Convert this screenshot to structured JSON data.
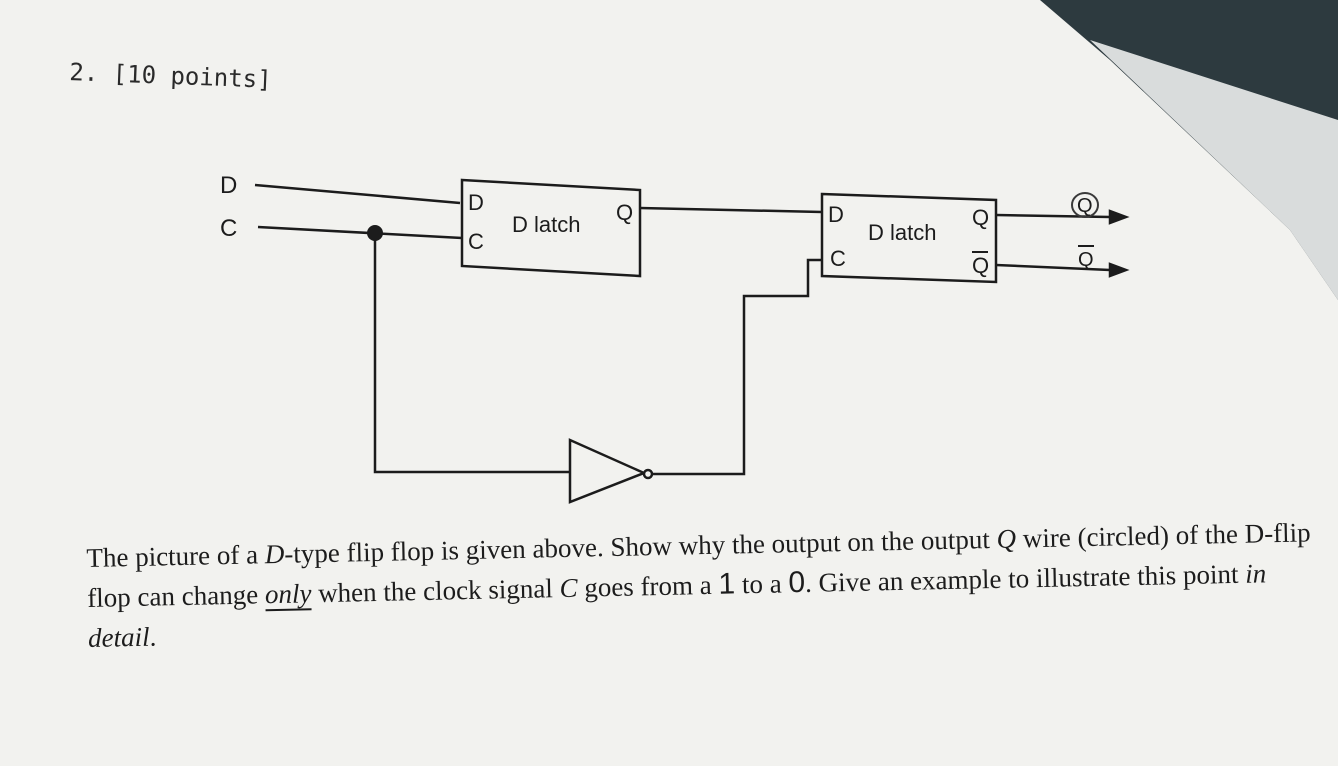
{
  "header": {
    "question": "2. [10 points]"
  },
  "diagram": {
    "input_d": "D",
    "input_c": "C",
    "latch1": {
      "d_pin": "D",
      "c_pin": "C",
      "name": "D latch",
      "q_pin": "Q"
    },
    "latch2": {
      "d_pin": "D",
      "c_pin": "C",
      "name": "D latch",
      "q_pin": "Q",
      "qbar_pin": "Q"
    },
    "out_q": "Q",
    "out_qbar": "Q"
  },
  "description": {
    "p1": "The picture of a ",
    "d": "D",
    "p2": "-type flip flop is given above. Show why the output on the output ",
    "q": "Q",
    "p3": " wire (circled) of the D-flip flop can change ",
    "only": "only",
    "p4": " when the clock signal ",
    "c": "C",
    "p5": " goes from a ",
    "one": "1",
    "p6": " to a ",
    "zero": "0",
    "p7": ". Give an example to illustrate this point ",
    "detail": "in detail",
    "p8": "."
  },
  "colors": {
    "paper": "#f2f2ef",
    "ink": "#1c1c1c",
    "background": "#2d3a3f"
  }
}
